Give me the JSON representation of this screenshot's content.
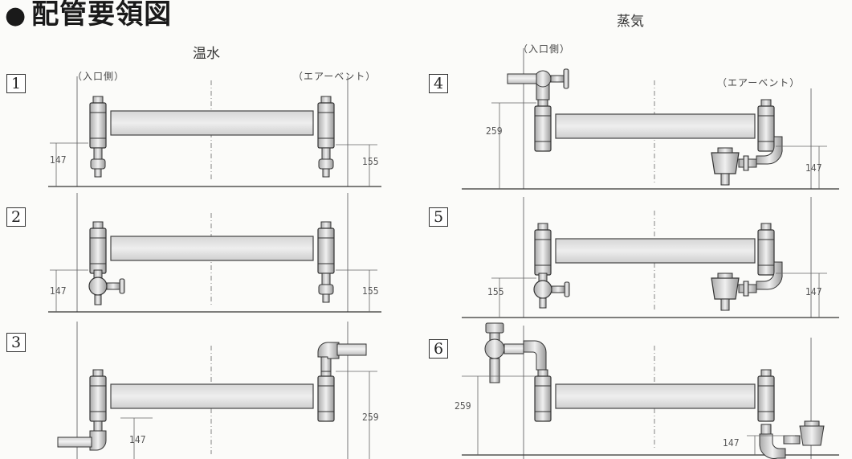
{
  "title": "配管要領図",
  "groups": {
    "hot_water": "温水",
    "steam": "蒸気"
  },
  "side_labels": {
    "inlet": "（入口側）",
    "air_vent": "（エアーベント）"
  },
  "diagrams": [
    {
      "number": "1",
      "dim_left": "147",
      "dim_right": "155"
    },
    {
      "number": "2",
      "dim_left": "147",
      "dim_right": "155"
    },
    {
      "number": "3",
      "dim_left": "147",
      "dim_right": "259"
    },
    {
      "number": "4",
      "dim_left": "259",
      "dim_right": "147"
    },
    {
      "number": "5",
      "dim_left": "155",
      "dim_right": "147"
    },
    {
      "number": "6",
      "dim_left": "259",
      "dim_right": "147"
    }
  ]
}
